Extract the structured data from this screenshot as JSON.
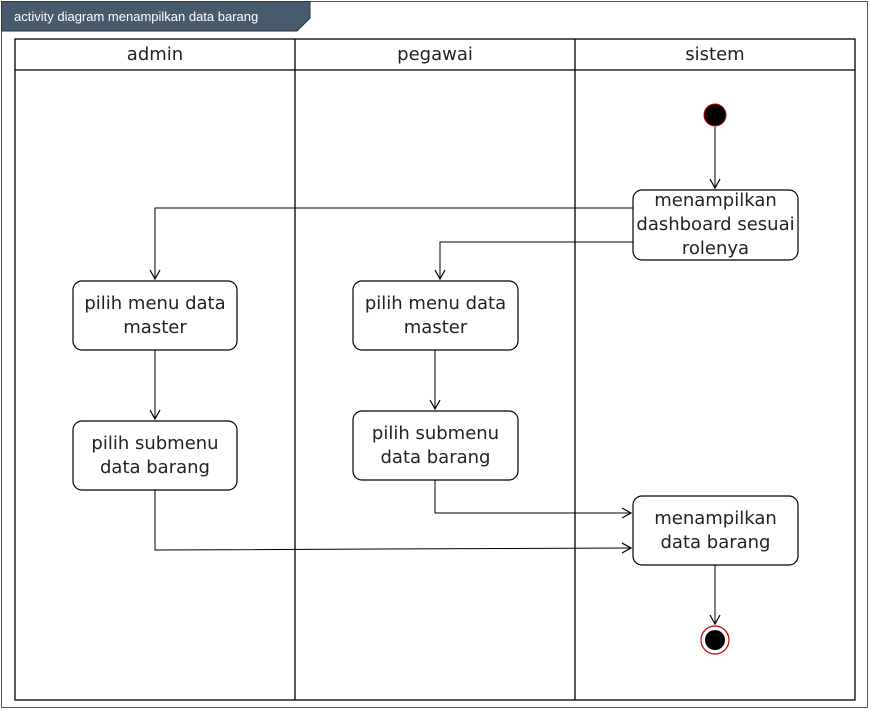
{
  "diagram": {
    "title": "activity diagram menampilkan data barang",
    "lanes": [
      {
        "name": "admin"
      },
      {
        "name": "pegawai"
      },
      {
        "name": "sistem"
      }
    ],
    "nodes": {
      "dashboard": "menampilkan\ndashboard sesuai\nrolenya",
      "admin_menu": "pilih menu data\nmaster",
      "admin_submenu": "pilih submenu\ndata barang",
      "pegawai_menu": "pilih menu data\nmaster",
      "pegawai_submenu": "pilih submenu\ndata barang",
      "show_data": "menampilkan\ndata barang"
    },
    "colors": {
      "tab_fill": "#475a6e",
      "line": "#000000",
      "final_ring": "#cc0000"
    }
  }
}
